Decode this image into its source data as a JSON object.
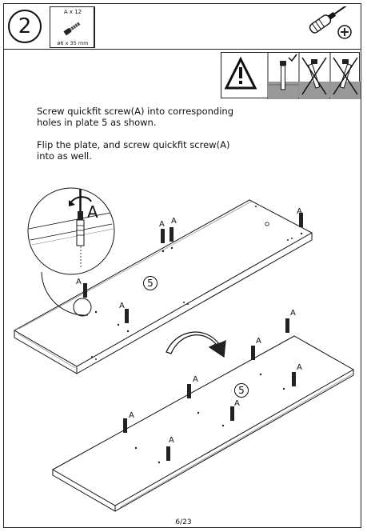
{
  "step": {
    "number": "2"
  },
  "parts": {
    "quantity": "A x 12",
    "size": "ø6 x 35 mm"
  },
  "instructions": {
    "line1": "Screw quickfit screw(A) into corresponding",
    "line2": "holes in plate 5 as shown.",
    "line3": "Flip the plate, and screw quickfit screw(A)",
    "line4": "into as well."
  },
  "labels": {
    "screw": "A",
    "plate": "5"
  },
  "footer": {
    "page": "6/23"
  },
  "icons": {
    "tool": "screwdriver-icon",
    "warning": "warning-triangle-icon",
    "correct": "screw-correct-icon",
    "incorrect": "screw-incorrect-icon"
  }
}
